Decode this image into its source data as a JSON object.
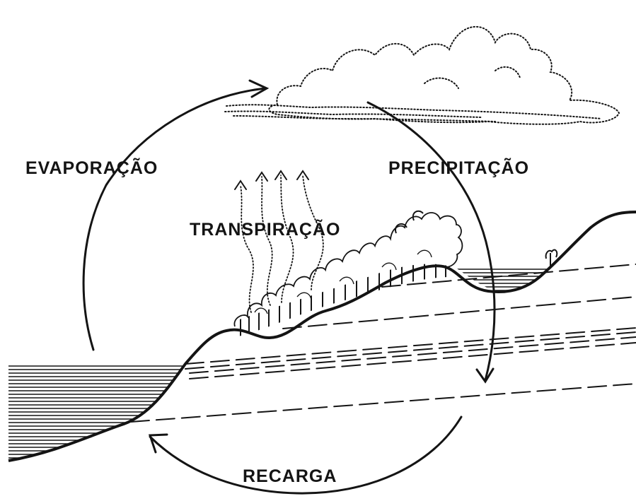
{
  "diagram": {
    "labels": {
      "evaporation": "EVAPORAÇÃO",
      "precipitation": "PRECIPITAÇÃO",
      "transpiration": "TRANSPIRAÇÃO",
      "recharge": "RECARGA"
    },
    "colors": {
      "ink": "#141414",
      "background": "#ffffff"
    }
  }
}
